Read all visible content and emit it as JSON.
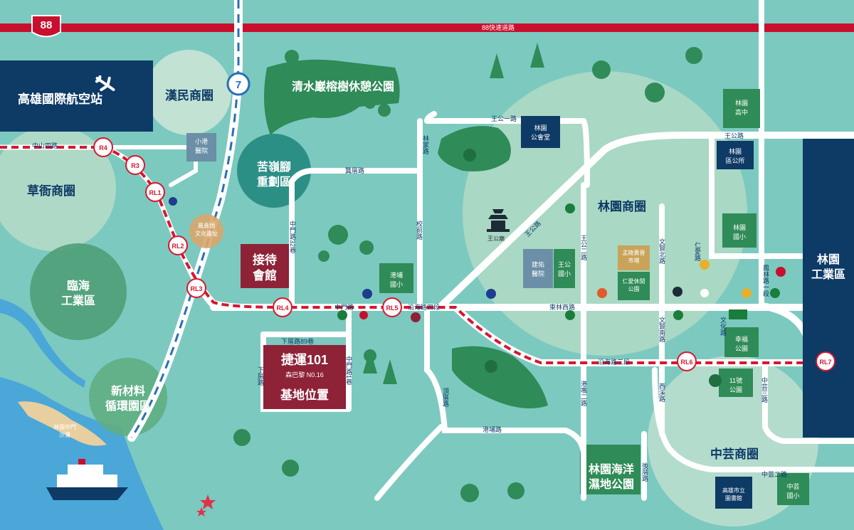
{
  "highway": {
    "shield": "88",
    "name": "88快速道路"
  },
  "route7": {
    "shield": "7"
  },
  "districts": {
    "airport": "高雄國際航空站",
    "hanmin": "漢民商圈",
    "caoya": "草衙商圈",
    "linhai": "臨海\n工業區",
    "material": "新材料\n循環園區",
    "kuling": "苦嶺腳\n重劃區",
    "linyuan": "林園商圈",
    "zhongyun": "中芸商圈",
    "linyuan_ind": "林園\n工業區",
    "qingshui_park": "清水巖榕樹休憩公園",
    "wetland_park": "林園海洋\n濕地公園"
  },
  "blocks": {
    "xiaogang_hospital": "小港\n醫院",
    "fengbitou": "鳳鼻頭\n文化遺址",
    "linyuan_high": "林園\n高中",
    "linyuan_office": "林園\n區公所",
    "linyuan_hall": "林園\n公會堂",
    "linyuan_elem": "林園\n國小",
    "wanggong_elem": "王公\n國小",
    "jianyou_hospital": "建佑\n醫院",
    "gangpu_elem": "港埔\n國小",
    "market": "孟陵黃昏\n市場",
    "renai_park": "仁愛休閒\n公園",
    "xingfu_park": "幸福\n公園",
    "park11": "11號\n公園",
    "library": "高雄市立\n圖書館",
    "zhongyun_elem": "中芸\n國小",
    "shadow": "林園中門\n沙灘",
    "temple": "王公廟"
  },
  "sales_center": "接待\n會館",
  "site": {
    "brand": "捷運101",
    "sub": "森巴黎 N0.16",
    "label": "基地位置"
  },
  "mrt_stations": [
    "R4",
    "R3",
    "RL1",
    "RL2",
    "RL3",
    "RL4",
    "RL5",
    "RL6",
    "RL7"
  ],
  "roads": {
    "zhongshan4": "中山四路",
    "wanggong1": "王公一路",
    "wanggong2": "王公二路",
    "wanggong": "王公路",
    "wanggong_e": "王公路",
    "lanjia": "林家路",
    "gongcuo": "龔厝路",
    "xiaoqian": "校前路",
    "zhongmen32": "中門路32巷",
    "zhongmen": "中門路",
    "zhongmen1": "中門路1巷",
    "xiacuo89": "下厝路89巷",
    "xiacuo": "下厝路",
    "dingcuo": "頂厝路",
    "yanhai4": "沿海路四段",
    "yanhai3": "沿海路三段",
    "donglin_w": "東林西路",
    "gangpu": "港埔路",
    "ganghan": "港嘴二路",
    "wenxian_n": "文賢北路",
    "wenxian_s": "文賢南路",
    "xixi": "西溪路",
    "houxian": "後厝路",
    "renai": "仁愛路",
    "wenhua": "文化路",
    "fenglin1": "鳳林路一段",
    "zhongyun3": "中芸三路",
    "zhongyun2": "中芸二路"
  }
}
